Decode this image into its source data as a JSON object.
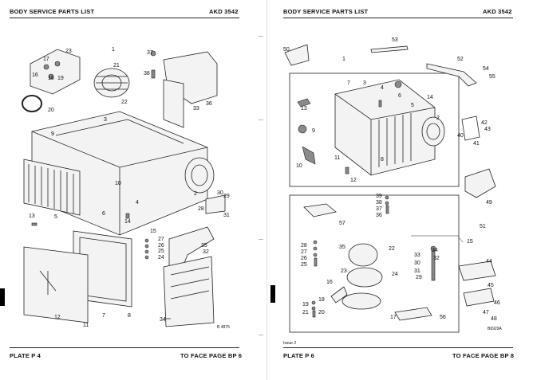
{
  "left_page": {
    "header_title": "BODY SERVICE PARTS LIST",
    "header_code": "AKD 3542",
    "footer_plate": "PLATE P 4",
    "footer_face": "TO FACE PAGE BP 6",
    "drawing_ref": "B 4875",
    "callouts": [
      "1",
      "2",
      "3",
      "4",
      "5",
      "6",
      "7",
      "8",
      "9",
      "10",
      "11",
      "12",
      "13",
      "14",
      "15",
      "16",
      "17",
      "18",
      "19",
      "20",
      "21",
      "22",
      "23",
      "24",
      "25",
      "26",
      "27",
      "28",
      "29",
      "30",
      "31",
      "32",
      "33",
      "34",
      "35",
      "36",
      "37",
      "38"
    ]
  },
  "right_page": {
    "header_title": "BODY SERVICE PARTS LIST",
    "header_code": "AKD 3542",
    "footer_plate": "PLATE P 6",
    "footer_face": "TO FACE PAGE BP 8",
    "drawing_ref": "B6929A",
    "issue_note": "Issue 2",
    "callouts": [
      "1",
      "2",
      "3",
      "4",
      "5",
      "6",
      "7",
      "8",
      "9",
      "10",
      "11",
      "12",
      "13",
      "14",
      "15",
      "16",
      "17",
      "18",
      "19",
      "20",
      "21",
      "22",
      "23",
      "24",
      "25",
      "26",
      "27",
      "28",
      "29",
      "30",
      "31",
      "32",
      "33",
      "34",
      "35",
      "36",
      "37",
      "38",
      "39",
      "40",
      "41",
      "42",
      "43",
      "44",
      "45",
      "46",
      "47",
      "48",
      "49",
      "50",
      "51",
      "52",
      "53",
      "54",
      "55",
      "56",
      "57"
    ]
  }
}
